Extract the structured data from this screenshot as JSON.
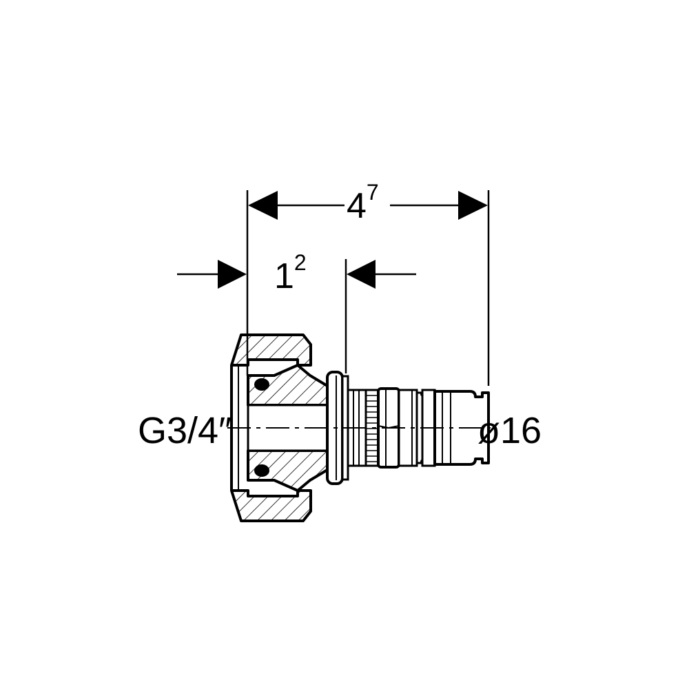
{
  "dimensions": {
    "overall_length": {
      "base": "4",
      "sup": "7"
    },
    "nut_length": {
      "base": "1",
      "sup": "2"
    }
  },
  "labels": {
    "thread": "G3/4″",
    "pipe_diameter": "ø16"
  },
  "colors": {
    "ink": "#000000",
    "background": "#ffffff"
  }
}
